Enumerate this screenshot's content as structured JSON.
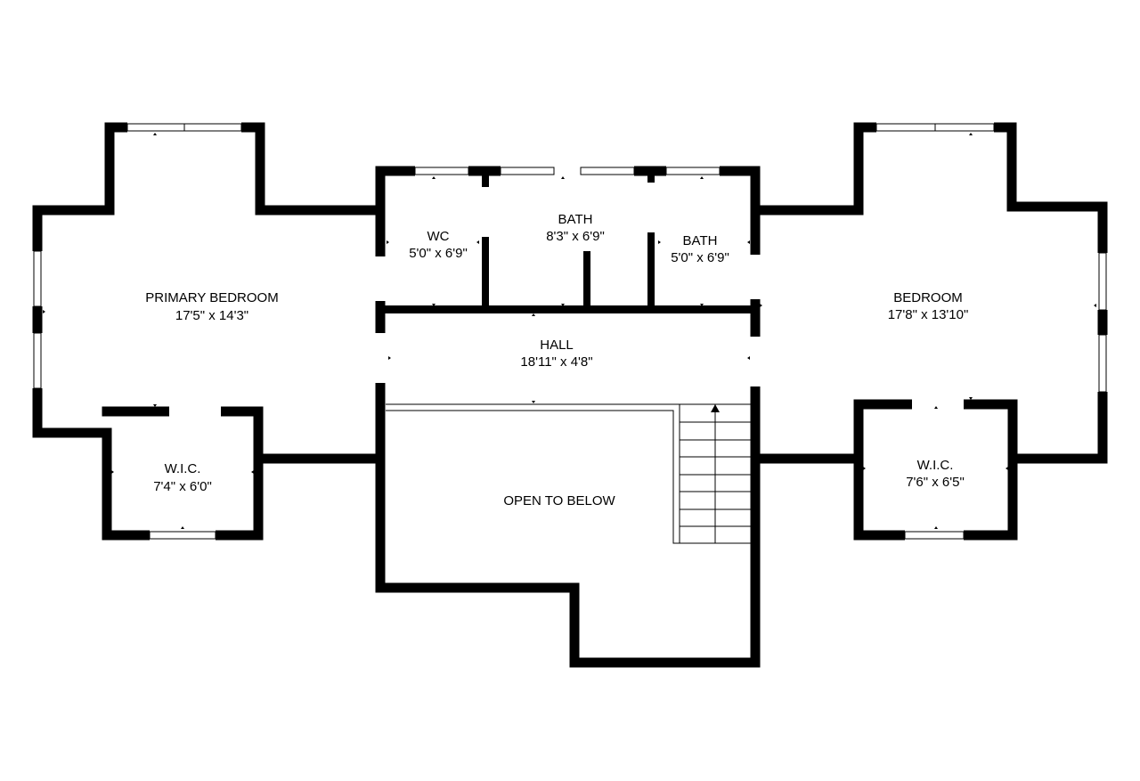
{
  "rooms": {
    "primary_bedroom": {
      "name": "PRIMARY BEDROOM",
      "dims": "17'5\" x 14'3\""
    },
    "wic_left": {
      "name": "W.I.C.",
      "dims": "7'4\" x 6'0\""
    },
    "wc": {
      "name": "WC",
      "dims": "5'0\" x 6'9\""
    },
    "bath_center": {
      "name": "BATH",
      "dims": "8'3\" x 6'9\""
    },
    "bath_right": {
      "name": "BATH",
      "dims": "5'0\" x 6'9\""
    },
    "hall": {
      "name": "HALL",
      "dims": "18'11\" x 4'8\""
    },
    "open_to_below": {
      "name": "OPEN TO BELOW"
    },
    "bedroom": {
      "name": "BEDROOM",
      "dims": "17'8\" x 13'10\""
    },
    "wic_right": {
      "name": "W.I.C.",
      "dims": "7'6\" x 6'5\""
    }
  },
  "colors": {
    "wall": "#000000",
    "background": "#ffffff"
  }
}
